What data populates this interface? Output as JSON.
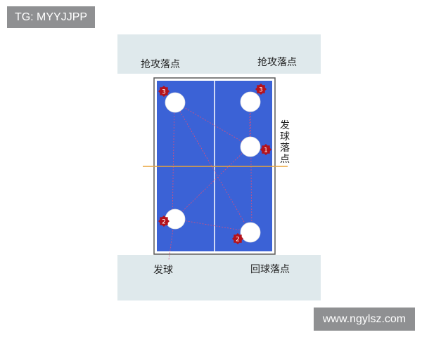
{
  "watermark_top": "TG: MYYJJPP",
  "watermark_bottom": "www.ngylsz.com",
  "labels": {
    "attack_left": "抢攻落点",
    "attack_right": "抢攻落点",
    "serve_landing": "发球落点",
    "serve": "发球",
    "return_landing": "回球落点"
  },
  "markers": [
    "3",
    "3",
    "1",
    "2",
    "2"
  ],
  "colors": {
    "table": "#3b62d6",
    "table_border": "#5a5a5a",
    "band": "#dfe9ec",
    "marker": "#b5121b",
    "net_line": "#e8a33a",
    "path_line": "#d8507c"
  }
}
